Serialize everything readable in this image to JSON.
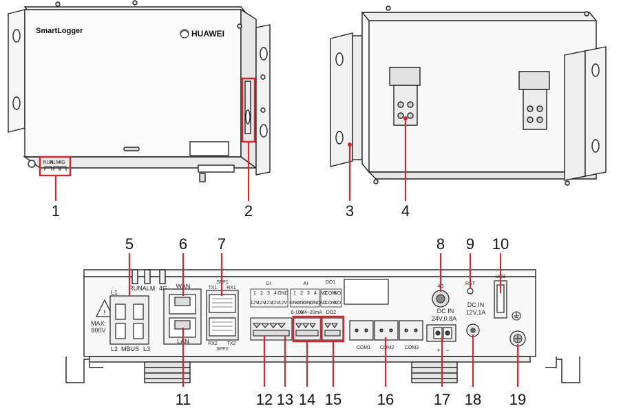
{
  "device": {
    "brand_label": "SmartLogger",
    "logo_label": "HUAWEI",
    "led_labels": [
      "RUN",
      "ALM",
      "4G"
    ]
  },
  "port_labels": {
    "l1": "L1",
    "l2": "L2",
    "mbus": "MBUS",
    "l3": "L3",
    "max_voltage": "MAX:\n800V",
    "max_line1": "MAX:",
    "max_line2": "800V",
    "wan": "WAN",
    "lan": "LAN",
    "sfp1": "SFP1",
    "sfp2": "SFP2",
    "tx1": "TX1",
    "rx1": "RX1",
    "rx2": "RX2",
    "tx2": "TX2",
    "di": "DI",
    "ai": "AI",
    "do1": "DO1",
    "do2": "DO2",
    "di_pins": [
      "1",
      "2",
      "3",
      "4",
      "GND"
    ],
    "di_volt": [
      "12V",
      "12V",
      "12V",
      "12V",
      "12V"
    ],
    "ai_pins": [
      "1",
      "2",
      "3",
      "4"
    ],
    "ai_gnd": [
      "GND",
      "GND",
      "GND",
      "GND"
    ],
    "do_pins": [
      "NC",
      "COM",
      "NO"
    ],
    "do_pins2": [
      "NC",
      "COM",
      "NO"
    ],
    "ai_range1": "0-10V",
    "ai_range2": "0/4~20mA",
    "com1": "COM1",
    "com2": "COM2",
    "com3": "COM3",
    "antenna": "4G",
    "rst": "RST",
    "usb": "USB",
    "dc_in_24": "DC IN",
    "dc_in_24_rating": "24V,0.8A",
    "dc_in_12": "DC IN",
    "dc_in_12_rating": "12V,1A",
    "plus": "+",
    "minus": "−"
  },
  "callouts": [
    "1",
    "2",
    "3",
    "4",
    "5",
    "6",
    "7",
    "8",
    "9",
    "10",
    "11",
    "12",
    "13",
    "14",
    "15",
    "16",
    "17",
    "18",
    "19"
  ],
  "colors": {
    "callout": "#d8262d",
    "outline": "#222222",
    "body_fill": "#f4f4f4"
  }
}
